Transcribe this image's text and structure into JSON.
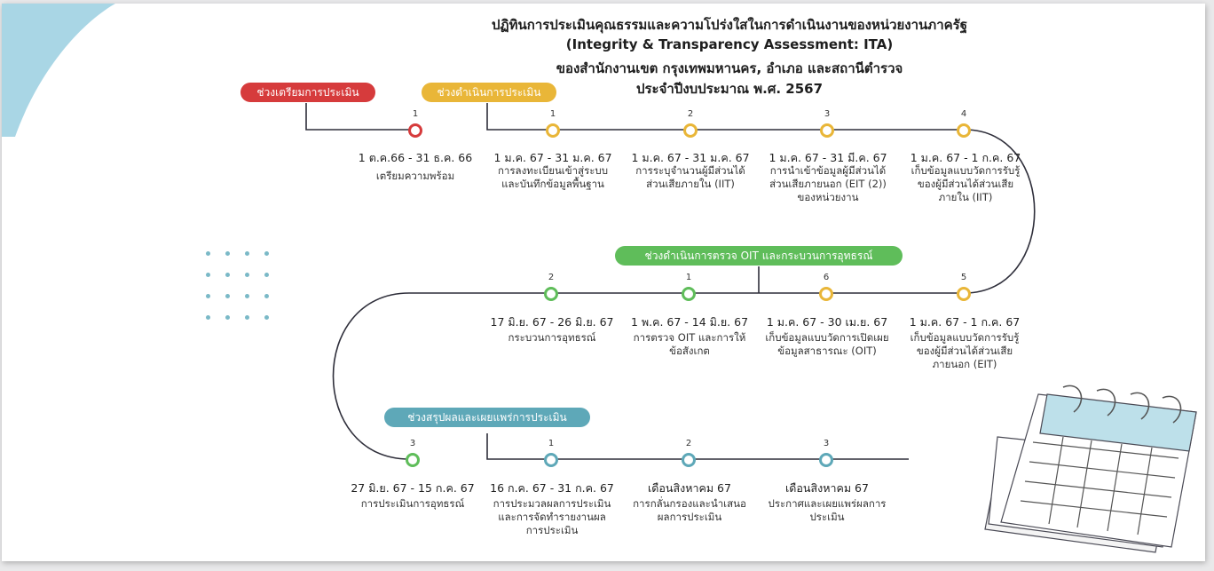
{
  "header": {
    "line1": "ปฏิทินการประเมินคุณธรรมและความโปร่งใสในการดำเนินงานของหน่วยงานภาครัฐ",
    "line2": "(Integrity & Transparency Assessment: ITA)",
    "line3": "ของสำนักงานเขต กรุงเทพมหานคร, อำเภอ และสถานีตำรวจ",
    "line4": "ประจำปีงบประมาณ พ.ศ. 2567"
  },
  "phases": {
    "prep": {
      "label": "ช่วงเตรียมการประเมิน",
      "color": "#d63b3c"
    },
    "run": {
      "label": "ช่วงดำเนินการประเมิน",
      "color": "#e9b638"
    },
    "check": {
      "label": "ช่วงดำเนินการตรวจ OIT และกระบวนการอุทธรณ์",
      "color": "#5fbd5a"
    },
    "summary": {
      "label": "ช่วงสรุปผลและเผยแพร่การประเมิน",
      "color": "#5ea8b8"
    }
  },
  "row1": [
    {
      "num": "1",
      "date": "1 ต.ค.66 - 31 ธ.ค. 66",
      "desc": "เตรียมความพร้อม"
    },
    {
      "num": "1",
      "date": "1 ม.ค. 67 - 31 ม.ค. 67",
      "desc": "การลงทะเบียนเข้าสู่ระบบและบันทึกข้อมูลพื้นฐาน"
    },
    {
      "num": "2",
      "date": "1 ม.ค. 67 - 31 ม.ค. 67",
      "desc": "การระบุจำนวนผู้มีส่วนได้ส่วนเสียภายใน (IIT)"
    },
    {
      "num": "3",
      "date": "1 ม.ค. 67 - 31 มี.ค. 67",
      "desc": "การนำเข้าข้อมูลผู้มีส่วนได้ส่วนเสียภายนอก (EIT (2)) ของหน่วยงาน"
    },
    {
      "num": "4",
      "date": "1 ม.ค. 67 - 1 ก.ค. 67",
      "desc": "เก็บข้อมูลแบบวัดการรับรู้ของผู้มีส่วนได้ส่วนเสียภายใน (IIT)"
    }
  ],
  "row2": [
    {
      "num": "2",
      "date": "17 มิ.ย. 67 - 26 มิ.ย. 67",
      "desc": "กระบวนการอุทธรณ์"
    },
    {
      "num": "1",
      "date": "1 พ.ค. 67 - 14 มิ.ย. 67",
      "desc": "การตรวจ OIT และการให้ข้อสังเกต"
    },
    {
      "num": "6",
      "date": "1 ม.ค. 67 - 30 เม.ย. 67",
      "desc": "เก็บข้อมูลแบบวัดการเปิดเผยข้อมูลสาธารณะ (OIT)"
    },
    {
      "num": "5",
      "date": "1 ม.ค. 67 - 1 ก.ค. 67",
      "desc": "เก็บข้อมูลแบบวัดการรับรู้ของผู้มีส่วนได้ส่วนเสียภายนอก (EIT)"
    }
  ],
  "row3": [
    {
      "num": "3",
      "date": "27 มิ.ย. 67 - 15 ก.ค. 67",
      "desc": "การประเมินการอุทธรณ์"
    },
    {
      "num": "1",
      "date": "16 ก.ค. 67 - 31 ก.ค. 67",
      "desc": "การประมวลผลการประเมิน และการจัดทำรายงานผลการประเมิน"
    },
    {
      "num": "2",
      "date": "เดือนสิงหาคม 67",
      "desc": "การกลั่นกรองและนำเสนอผลการประเมิน"
    },
    {
      "num": "3",
      "date": "เดือนสิงหาคม 67",
      "desc": "ประกาศและเผยแพร่ผลการประเมิน"
    }
  ],
  "decor": {
    "calendar": "calendar-illustration",
    "dots": "dot-grid-decoration"
  }
}
